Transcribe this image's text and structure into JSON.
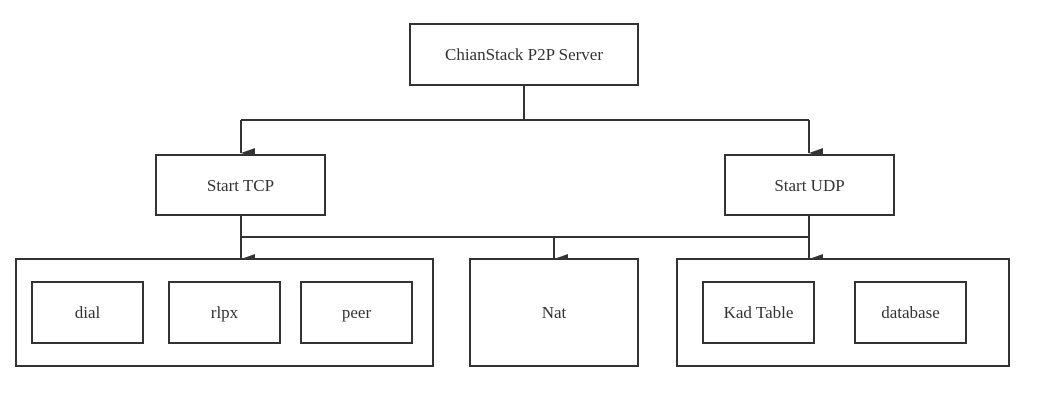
{
  "diagram": {
    "root": {
      "label": "ChianStack P2P Server"
    },
    "tcp": {
      "label": "Start TCP"
    },
    "udp": {
      "label": "Start UDP"
    },
    "tcp_group": {
      "items": [
        {
          "label": "dial"
        },
        {
          "label": "rlpx"
        },
        {
          "label": "peer"
        }
      ]
    },
    "nat": {
      "label": "Nat"
    },
    "udp_group": {
      "items": [
        {
          "label": "Kad Table"
        },
        {
          "label": "database"
        }
      ]
    },
    "colors": {
      "stroke": "#333333",
      "text": "#333333",
      "background": "#ffffff"
    }
  }
}
